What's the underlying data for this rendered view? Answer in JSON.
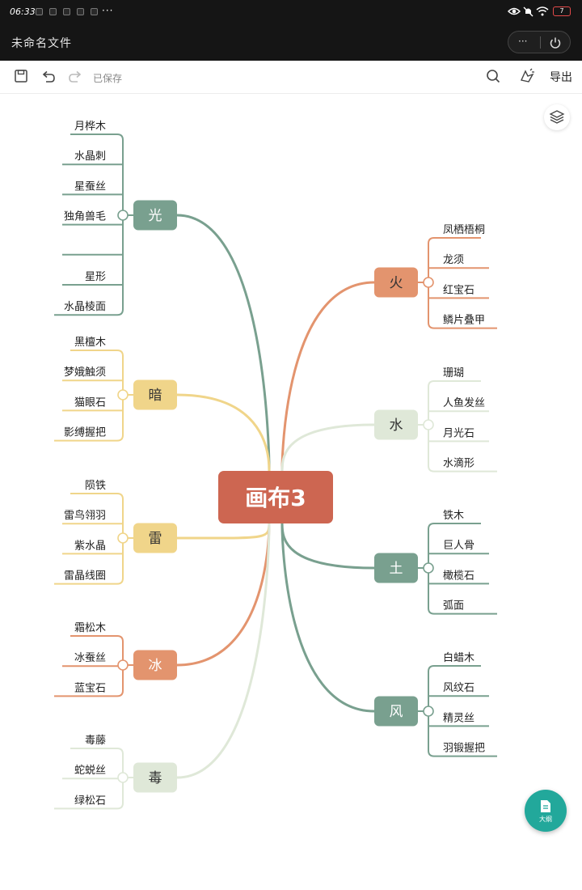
{
  "status_bar": {
    "time": "06:33",
    "more": "···",
    "battery": "7"
  },
  "title_bar": {
    "doc_title": "未命名文件",
    "more_label": "···"
  },
  "toolbar": {
    "saved_label": "已保存",
    "export_label": "导出"
  },
  "outline_button": {
    "label": "大纲"
  },
  "colors": {
    "teal": "#79a08f",
    "orange": "#e3946e",
    "yellow": "#f0d58a",
    "sage": "#dfe8d8",
    "root": "#cd6651",
    "fab": "#22a89b"
  },
  "mindmap": {
    "root": "画布3",
    "left": [
      {
        "label": "光",
        "color": "#79a08f",
        "text_color": "#ffffff",
        "children": [
          "月桦木",
          "水晶刺",
          "星蚕丝",
          "独角兽毛",
          "",
          "星形",
          "水晶棱面"
        ]
      },
      {
        "label": "暗",
        "color": "#f0d58a",
        "text_color": "#333333",
        "children": [
          "黑檀木",
          "梦娥触须",
          "猫眼石",
          "影缚握把"
        ]
      },
      {
        "label": "雷",
        "color": "#f0d58a",
        "text_color": "#333333",
        "children": [
          "陨铁",
          "雷鸟翎羽",
          "紫水晶",
          "雷晶线圈"
        ]
      },
      {
        "label": "冰",
        "color": "#e3946e",
        "text_color": "#ffffff",
        "children": [
          "霜松木",
          "冰蚕丝",
          "蓝宝石"
        ]
      },
      {
        "label": "毒",
        "color": "#dfe8d8",
        "text_color": "#333333",
        "children": [
          "毒藤",
          "蛇蜕丝",
          "绿松石"
        ]
      }
    ],
    "right": [
      {
        "label": "火",
        "color": "#e3946e",
        "text_color": "#333333",
        "children": [
          "凤栖梧桐",
          "龙须",
          "红宝石",
          "鳞片叠甲"
        ]
      },
      {
        "label": "水",
        "color": "#dfe8d8",
        "text_color": "#333333",
        "children": [
          "珊瑚",
          "人鱼发丝",
          "月光石",
          "水滴形"
        ]
      },
      {
        "label": "土",
        "color": "#79a08f",
        "text_color": "#ffffff",
        "children": [
          "铁木",
          "巨人骨",
          "橄榄石",
          "弧面"
        ]
      },
      {
        "label": "风",
        "color": "#79a08f",
        "text_color": "#ffffff",
        "children": [
          "白蜡木",
          "风纹石",
          "精灵丝",
          "羽锻握把"
        ]
      }
    ]
  }
}
